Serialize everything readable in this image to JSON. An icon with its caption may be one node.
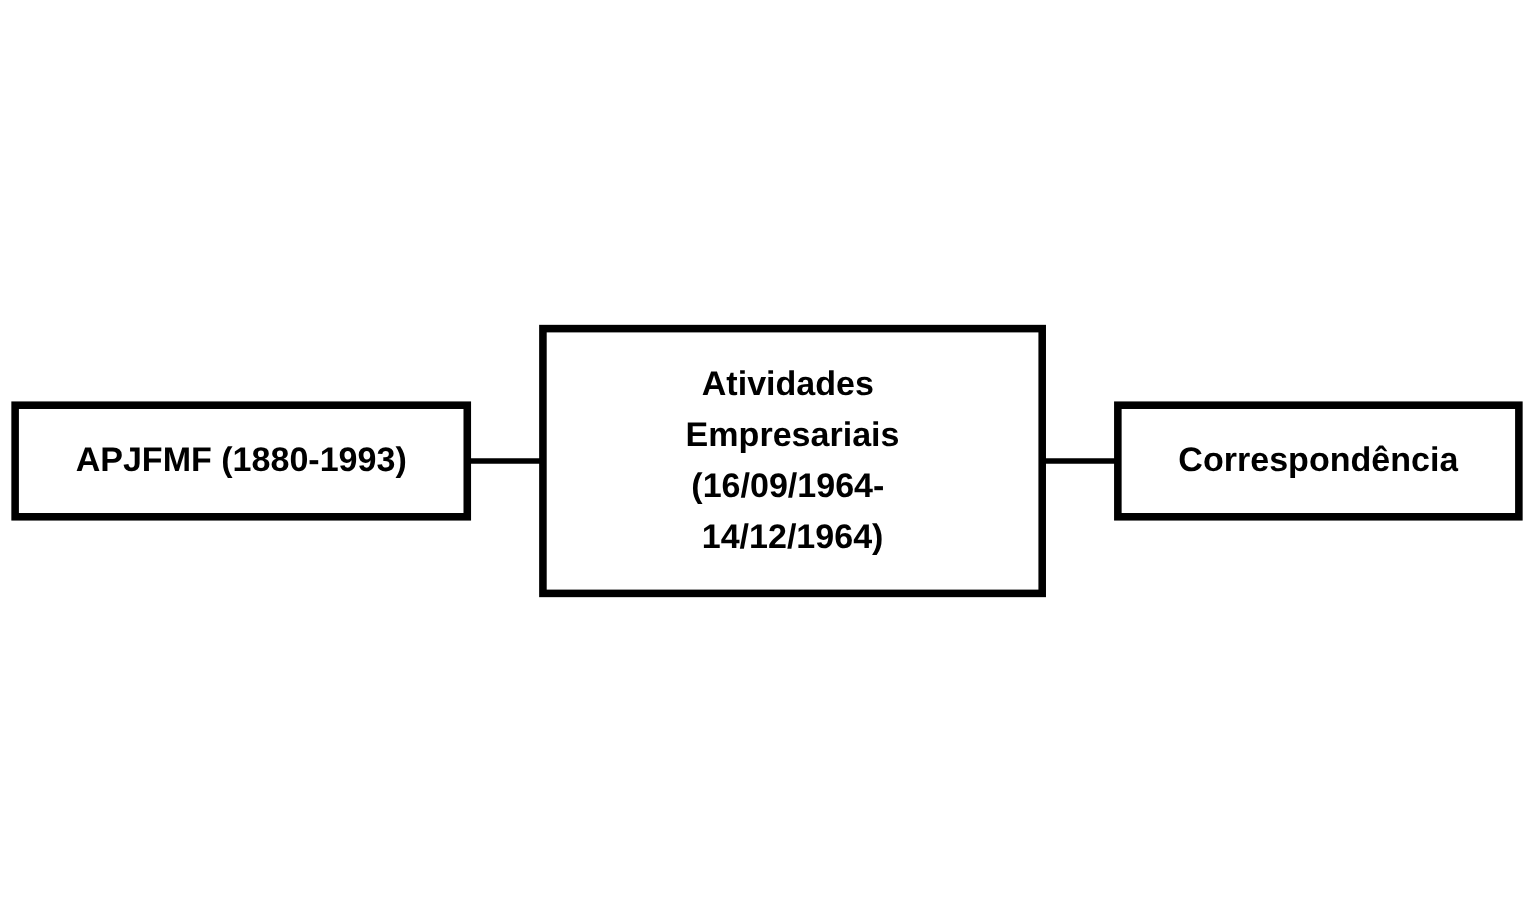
{
  "diagram": {
    "nodes": [
      {
        "text": [
          "APJFMF (1880-1993)"
        ]
      },
      {
        "text": [
          "Atividades Empresariais",
          "(16/09/1964- 14/12/1964)"
        ]
      },
      {
        "text": [
          "Correspondência"
        ]
      }
    ],
    "edges": [
      {
        "from": 0,
        "to": 1,
        "arrow": "none"
      },
      {
        "from": 1,
        "to": 2,
        "arrow": "none"
      }
    ]
  }
}
